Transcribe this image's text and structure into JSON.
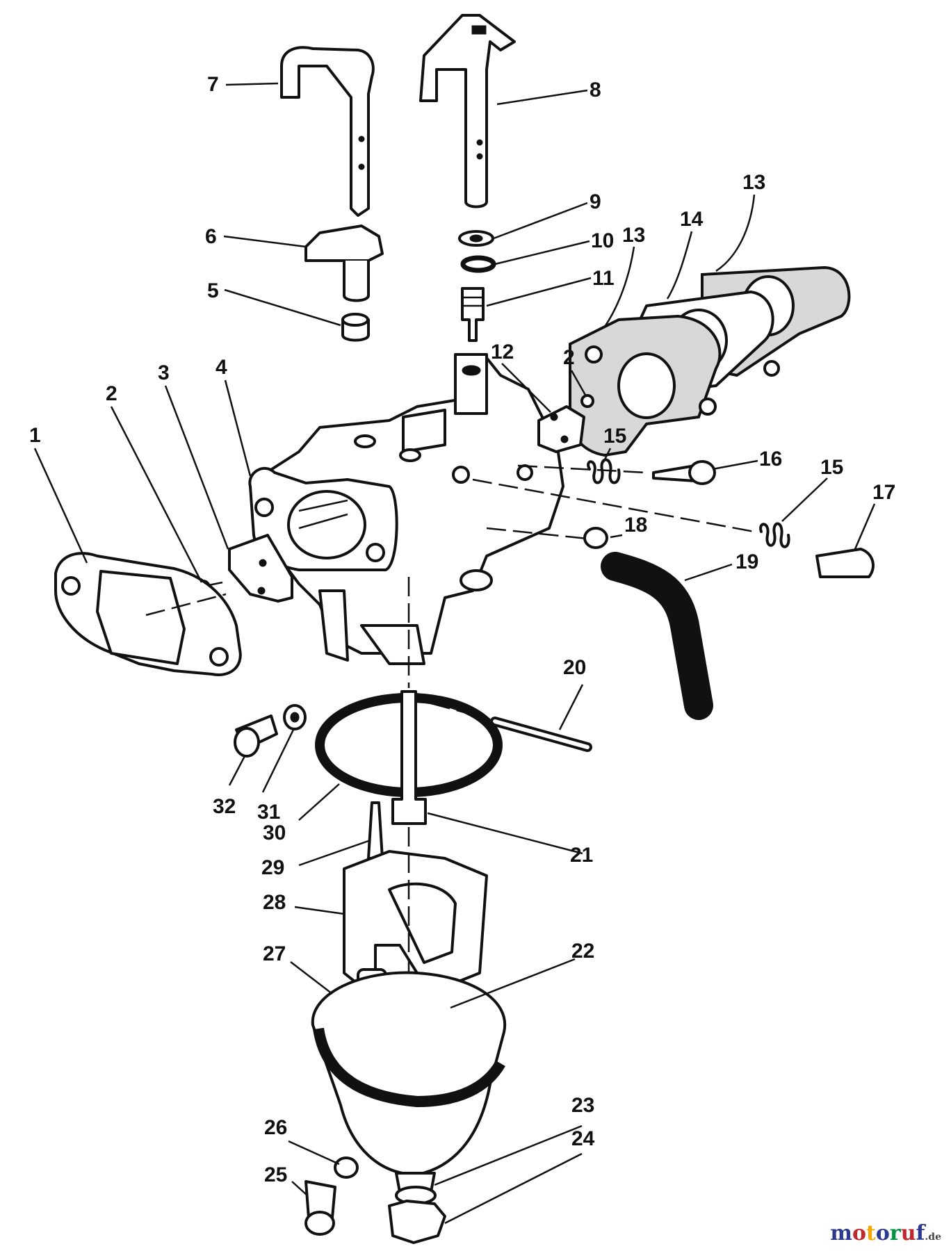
{
  "callouts": [
    {
      "label": "7"
    },
    {
      "label": "8"
    },
    {
      "label": "9"
    },
    {
      "label": "10"
    },
    {
      "label": "11"
    },
    {
      "label": "6"
    },
    {
      "label": "5"
    },
    {
      "label": "13"
    },
    {
      "label": "14"
    },
    {
      "label": "13"
    },
    {
      "label": "4"
    },
    {
      "label": "3"
    },
    {
      "label": "2"
    },
    {
      "label": "1"
    },
    {
      "label": "12"
    },
    {
      "label": "2"
    },
    {
      "label": "15"
    },
    {
      "label": "16"
    },
    {
      "label": "15"
    },
    {
      "label": "17"
    },
    {
      "label": "18"
    },
    {
      "label": "19"
    },
    {
      "label": "20"
    },
    {
      "label": "32"
    },
    {
      "label": "31"
    },
    {
      "label": "30"
    },
    {
      "label": "21"
    },
    {
      "label": "29"
    },
    {
      "label": "28"
    },
    {
      "label": "27"
    },
    {
      "label": "22"
    },
    {
      "label": "23"
    },
    {
      "label": "24"
    },
    {
      "label": "26"
    },
    {
      "label": "25"
    }
  ],
  "watermark": {
    "letters": [
      "m",
      "o",
      "t",
      "o",
      "r",
      "u",
      "f"
    ],
    "suffix": ".de",
    "colors": [
      "#2b3990",
      "#c1272d",
      "#f7a600",
      "#2b3990",
      "#009245",
      "#c1272d",
      "#2b3990"
    ]
  }
}
